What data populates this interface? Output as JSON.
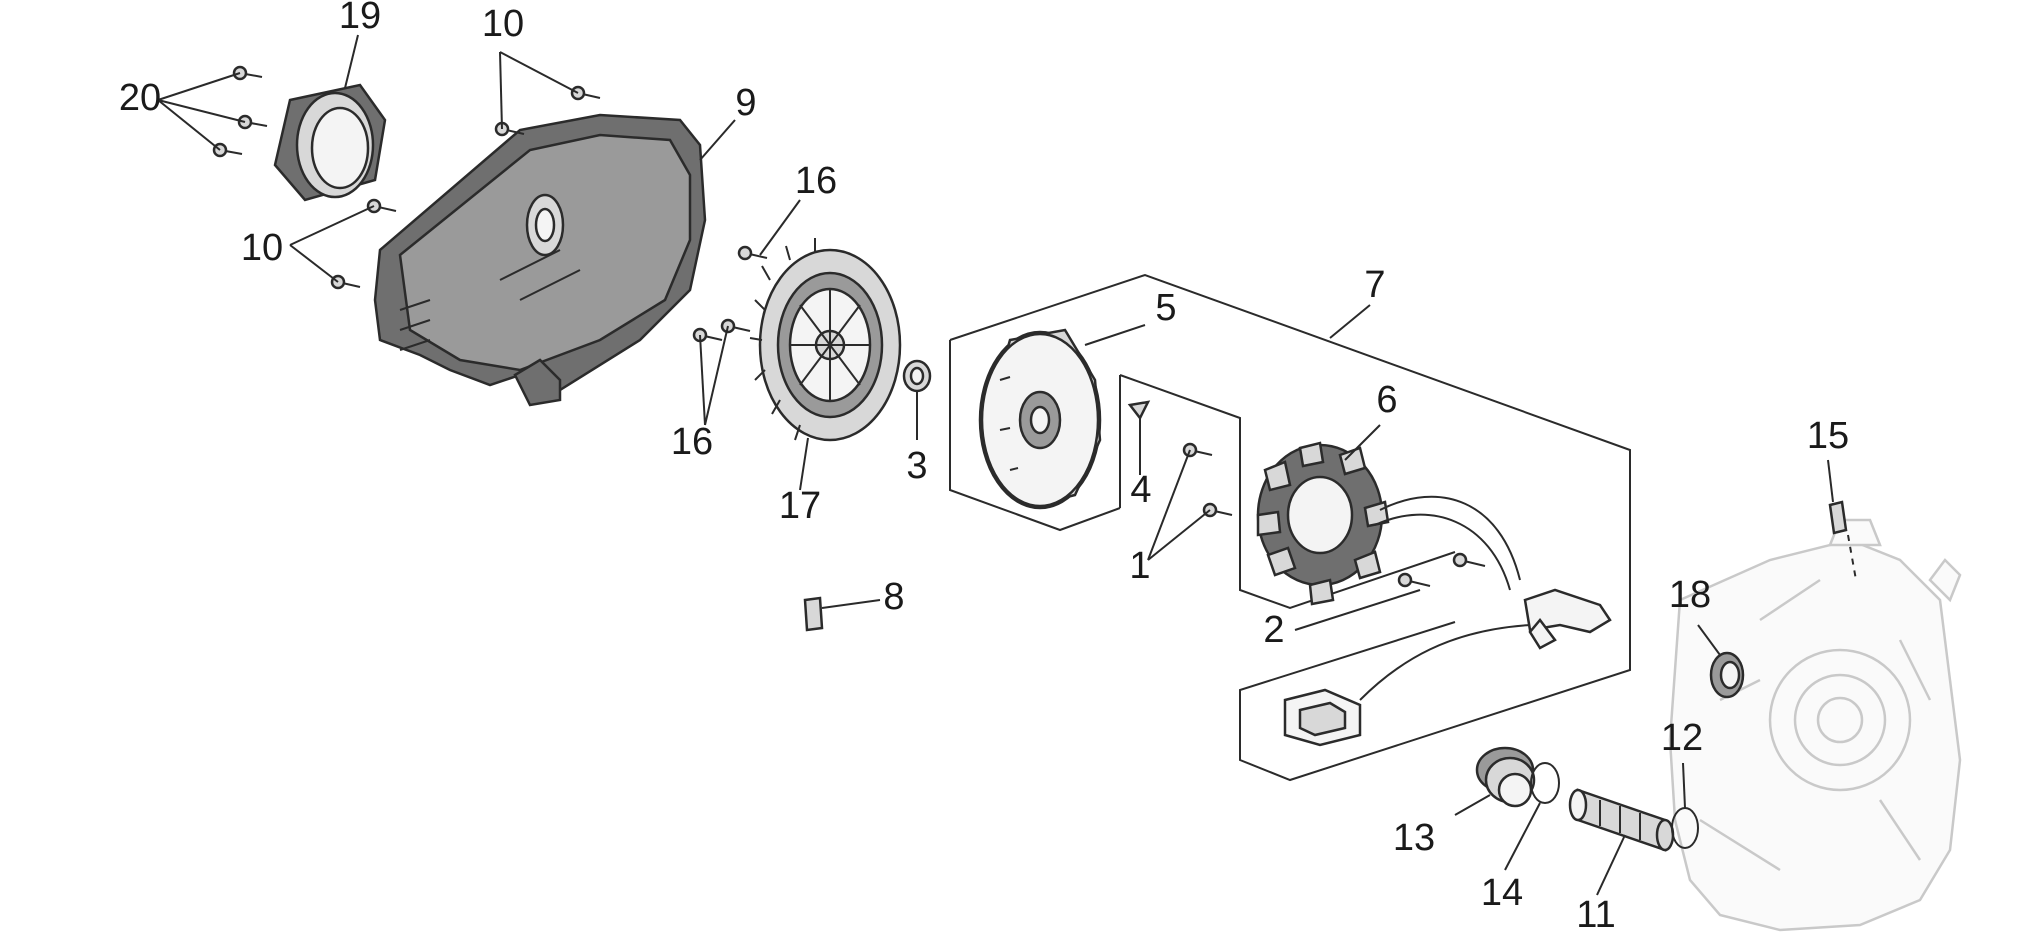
{
  "diagram": {
    "callouts": {
      "c1": "1",
      "c2": "2",
      "c3": "3",
      "c4": "4",
      "c5": "5",
      "c6": "6",
      "c7": "7",
      "c8": "8",
      "c9": "9",
      "c10a": "10",
      "c10b": "10",
      "c11": "11",
      "c12": "12",
      "c13": "13",
      "c14": "14",
      "c15": "15",
      "c16a": "16",
      "c16b": "16",
      "c17": "17",
      "c18": "18",
      "c19": "19",
      "c20": "20"
    }
  }
}
